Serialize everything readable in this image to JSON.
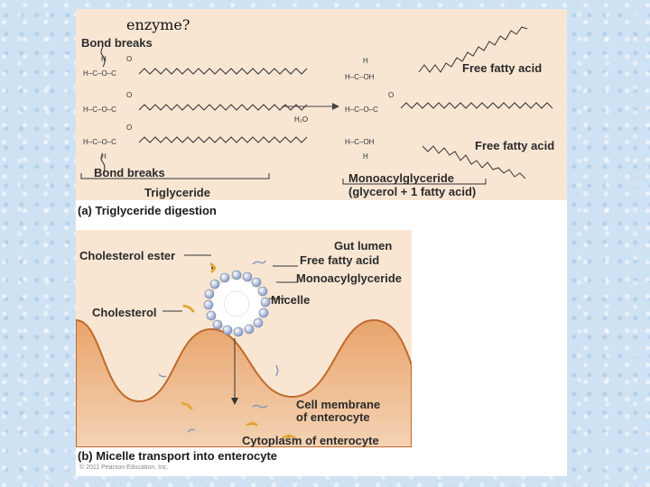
{
  "slide": {
    "enzyme_note": "enzyme?",
    "copyright": "© 2011 Pearson Education, Inc."
  },
  "panel_a": {
    "bond_breaks_top": "Bond breaks",
    "bond_breaks_bottom": "Bond breaks",
    "triglyceride": "Triglyceride",
    "monoacylglyceride_line1": "Monoacylglyceride",
    "monoacylglyceride_line2": "(glycerol + 1 fatty acid)",
    "free_fatty_acid_top": "Free fatty acid",
    "free_fatty_acid_bottom": "Free fatty acid",
    "water": "H₂O",
    "caption": "(a) Triglyceride digestion"
  },
  "panel_b": {
    "gut_lumen": "Gut lumen",
    "cholesterol_ester": "Cholesterol ester",
    "free_fatty_acid": "Free fatty acid",
    "monoacylglyceride": "Monoacylglyceride",
    "cholesterol": "Cholesterol",
    "micelle": "Micelle",
    "cell_membrane_line1": "Cell membrane",
    "cell_membrane_line2": "of enterocyte",
    "cytoplasm": "Cytoplasm of enterocyte",
    "caption": "(b) Micelle transport into enterocyte"
  }
}
